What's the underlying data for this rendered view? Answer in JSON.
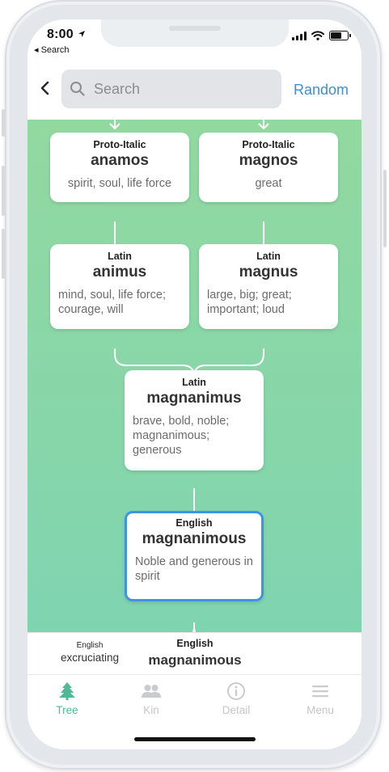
{
  "status": {
    "time": "8:00",
    "back_label": "◂ Search"
  },
  "nav": {
    "search_placeholder": "Search",
    "random_label": "Random"
  },
  "tree": {
    "nodes": [
      {
        "lang": "Proto-Italic",
        "word": "anamos",
        "def": "spirit, soul, life force"
      },
      {
        "lang": "Proto-Italic",
        "word": "magnos",
        "def": "great"
      },
      {
        "lang": "Latin",
        "word": "animus",
        "def": "mind, soul, life force; courage, will"
      },
      {
        "lang": "Latin",
        "word": "magnus",
        "def": "large, big; great; important; loud"
      },
      {
        "lang": "Latin",
        "word": "magnanimus",
        "def": "brave, bold, noble; magnanimous; generous"
      },
      {
        "lang": "English",
        "word": "magnanimous",
        "def": "Noble and generous in spirit"
      }
    ]
  },
  "strip": {
    "left": {
      "lang": "English",
      "word": "excruciating"
    },
    "center": {
      "lang": "English",
      "word": "magnanimous"
    }
  },
  "tabs": [
    {
      "label": "Tree",
      "icon": "tree-icon",
      "active": true
    },
    {
      "label": "Kin",
      "icon": "people-icon",
      "active": false
    },
    {
      "label": "Detail",
      "icon": "info-icon",
      "active": false
    },
    {
      "label": "Menu",
      "icon": "menu-icon",
      "active": false
    }
  ],
  "colors": {
    "accent": "#3b8fd9",
    "tab_active": "#52b796",
    "tree_bg_top": "#92d9a0",
    "tree_bg_bottom": "#7fd4b0",
    "selected_border": "#3d93e8"
  }
}
